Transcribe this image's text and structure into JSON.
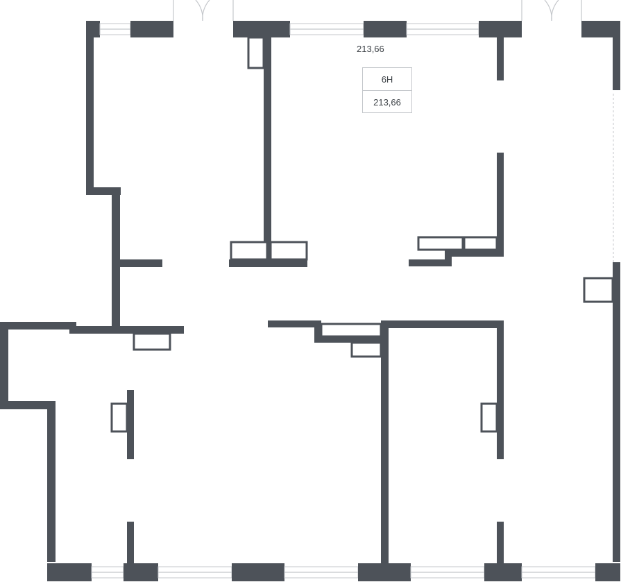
{
  "plan": {
    "area_label": "213,66",
    "unit": {
      "name": "6Н",
      "area": "213,66"
    }
  },
  "colors": {
    "wall": "#4d5259",
    "window_line": "#c4c7cb",
    "text": "#3d4247"
  }
}
